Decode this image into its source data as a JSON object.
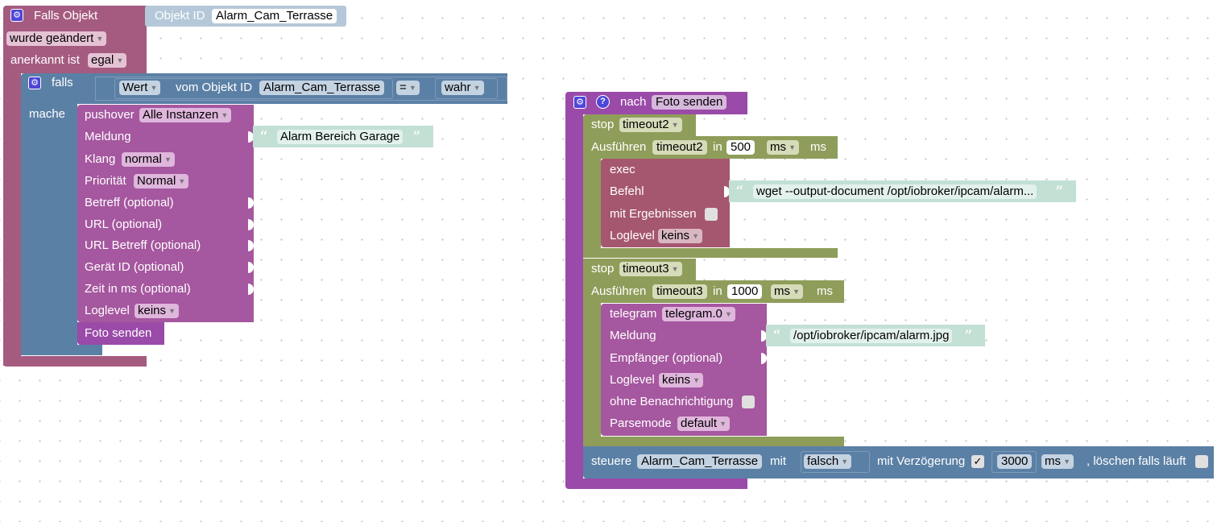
{
  "block1": {
    "event_title": "Falls Objekt",
    "object_id_label": "Objekt ID",
    "object_id_value": "Alarm_Cam_Terrasse",
    "trigger_value": "wurde geändert",
    "ack_label": "anerkannt ist",
    "ack_value": "egal",
    "if_label": "falls",
    "value_dropdown": "Wert",
    "from_object_label": "vom Objekt ID",
    "from_object_value": "Alarm_Cam_Terrasse",
    "operator": "=",
    "bool_value": "wahr",
    "do_label": "mache",
    "pushover": {
      "label": "pushover",
      "instance": "Alle Instanzen",
      "message_label": "Meldung",
      "message_value": "Alarm Bereich Garage",
      "sound_label": "Klang",
      "sound_value": "normal",
      "priority_label": "Priorität",
      "priority_value": "Normal",
      "subject_label": "Betreff (optional)",
      "url_label": "URL (optional)",
      "url_subject_label": "URL Betreff (optional)",
      "device_label": "Gerät ID (optional)",
      "time_label": "Zeit in ms (optional)",
      "loglevel_label": "Loglevel",
      "loglevel_value": "keins"
    },
    "call_label": "Foto senden"
  },
  "block2": {
    "title": "nach",
    "function_name": "Foto senden",
    "stop1_label": "stop",
    "stop1_value": "timeout2",
    "run1_label": "Ausführen",
    "run1_timer": "timeout2",
    "run1_in": "in",
    "run1_delay": "500",
    "run1_unit": "ms",
    "run1_unit_suffix": "ms",
    "exec": {
      "label": "exec",
      "command_label": "Befehl",
      "command_value": "wget --output-document /opt/iobroker/ipcam/alarm...",
      "results_label": "mit Ergebnissen",
      "loglevel_label": "Loglevel",
      "loglevel_value": "keins"
    },
    "stop2_label": "stop",
    "stop2_value": "timeout3",
    "run2_label": "Ausführen",
    "run2_timer": "timeout3",
    "run2_in": "in",
    "run2_delay": "1000",
    "run2_unit": "ms",
    "run2_unit_suffix": "ms",
    "telegram": {
      "label": "telegram",
      "instance": "telegram.0",
      "message_label": "Meldung",
      "message_value": "/opt/iobroker/ipcam/alarm.jpg",
      "recipient_label": "Empfänger (optional)",
      "loglevel_label": "Loglevel",
      "loglevel_value": "keins",
      "silent_label": "ohne Benachrichtigung",
      "parsemode_label": "Parsemode",
      "parsemode_value": "default"
    },
    "control": {
      "label": "steuere",
      "object": "Alarm_Cam_Terrasse",
      "with_label": "mit",
      "value": "falsch",
      "delay_label": "mit Verzögerung",
      "delay_check": "✓",
      "delay_value": "3000",
      "delay_unit": "ms",
      "clear_label": ", löschen falls läuft"
    }
  },
  "colors": {
    "event": "#a55b80",
    "logic": "#5b80a5",
    "pushover": "#a5579f",
    "procedure": "#9a4aa8",
    "timer": "#8f9d5a",
    "string": "#c3e0d5",
    "gear": "#4f46d8"
  }
}
